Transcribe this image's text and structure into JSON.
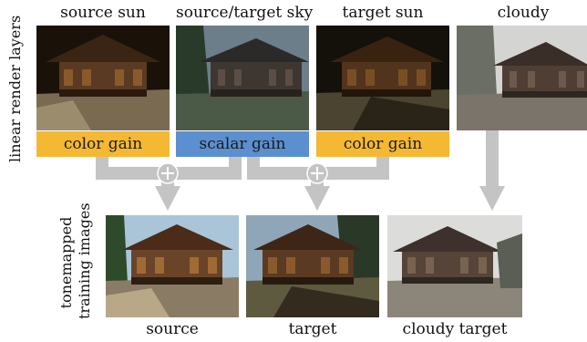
{
  "top_labels": {
    "source_sun": "source sun",
    "source_target_sky": "source/target sky",
    "target_sun": "target sun",
    "cloudy": "cloudy"
  },
  "side_labels": {
    "linear_render_layers": "linear render layers",
    "tonemapped_line1": "tonemapped",
    "tonemapped_line2": "training images"
  },
  "gains": {
    "color_gain_left": "color gain",
    "scalar_gain": "scalar gain",
    "color_gain_right": "color gain"
  },
  "bottom_labels": {
    "source": "source",
    "target": "target",
    "cloudy_target": "cloudy target"
  },
  "colors": {
    "color_gain": "#f5b833",
    "scalar_gain": "#5b8fd0",
    "connector": "#c4c4c4"
  },
  "icons": {
    "plus_left": "plus-circle-icon",
    "plus_right": "plus-circle-icon"
  }
}
